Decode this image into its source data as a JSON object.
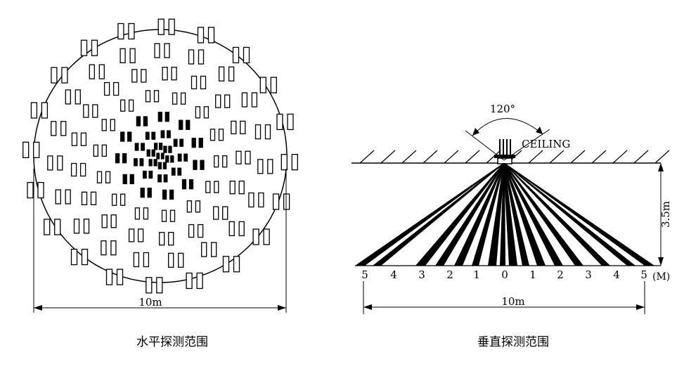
{
  "horizontal": {
    "caption": "水平探测范围",
    "width_label": "10m"
  },
  "vertical": {
    "caption": "垂直探测范围",
    "angle_label": "120°",
    "ceiling_label": "CEILING",
    "height_label": "3.5m",
    "width_label": "10m",
    "unit_label": "(M)",
    "ticks_left": [
      "5",
      "4",
      "3",
      "2",
      "1"
    ],
    "tick_center": "0",
    "ticks_right": [
      "1",
      "2",
      "3",
      "4",
      "5"
    ]
  }
}
